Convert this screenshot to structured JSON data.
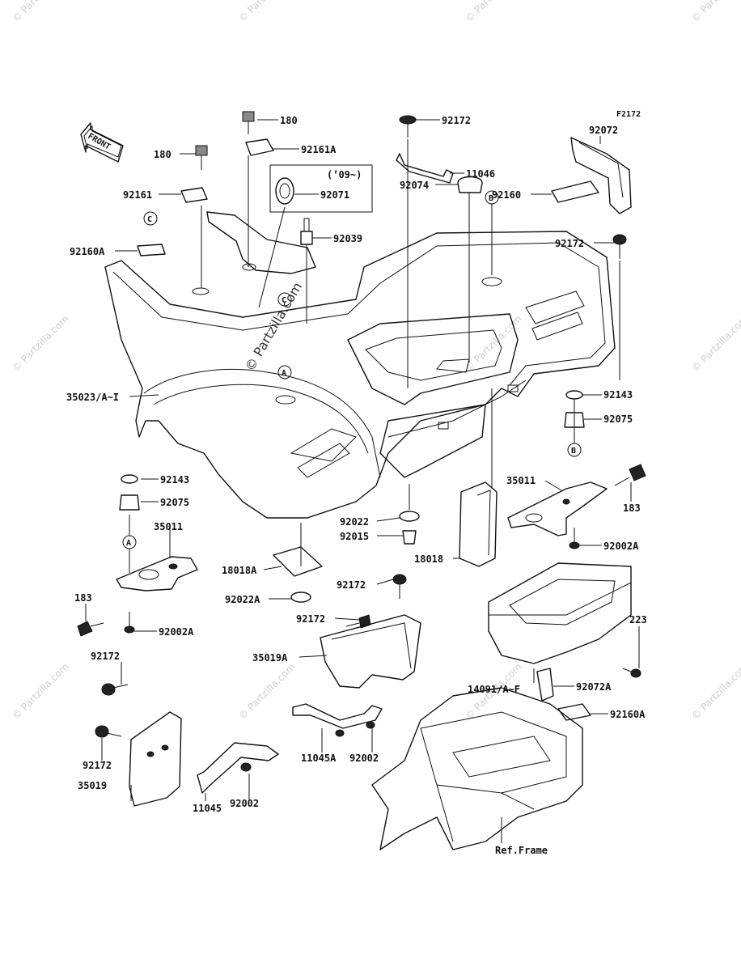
{
  "diagram_code": "F2172",
  "front_label": "FRONT",
  "year_note": "(’09~)",
  "watermark": "© Partzilla.com",
  "ref_frame": "Ref.Frame",
  "ref_markers": {
    "a": "A",
    "b": "B",
    "c": "C"
  },
  "labels": {
    "p180_top": "180",
    "p92161A": "92161A",
    "p180_left": "180",
    "p92161": "92161",
    "p92071": "92071",
    "p92039": "92039",
    "p92160A_top": "92160A",
    "p92172_top": "92172",
    "p11046": "11046",
    "p92074": "92074",
    "p92072": "92072",
    "p92160": "92160",
    "p92172_right": "92172",
    "p35023": "35023/A~I",
    "p92143_right": "92143",
    "p92075_right": "92075",
    "p35011_right": "35011",
    "p183_right": "183",
    "p92002A_right": "92002A",
    "p92143_left": "92143",
    "p92075_left": "92075",
    "p35011_left": "35011",
    "p183_left": "183",
    "p92002A_left": "92002A",
    "p92022": "92022",
    "p92015": "92015",
    "p18018": "18018",
    "p18018A": "18018A",
    "p92022A": "92022A",
    "p92172_mid": "92172",
    "p92172_mid2": "92172",
    "p35019A": "35019A",
    "p223": "223",
    "p14091": "14091/A~F",
    "p92072A": "92072A",
    "p92160A_bottom": "92160A",
    "p92172_left": "92172",
    "p92172_left2": "92172",
    "p35019": "35019",
    "p11045": "11045",
    "p92002_left": "92002",
    "p11045A": "11045A",
    "p92002_mid": "92002"
  }
}
